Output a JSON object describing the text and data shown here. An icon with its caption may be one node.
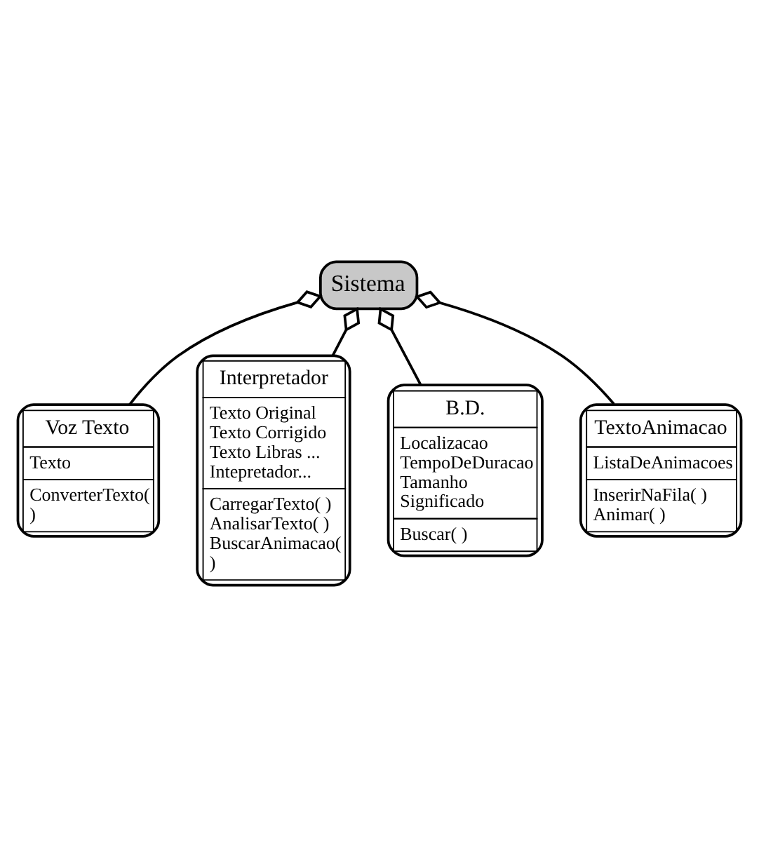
{
  "diagram": {
    "nodes": [
      {
        "text": [
          "Sistema"
        ]
      },
      {
        "text": [
          "Voz Texto",
          "Texto",
          "ConverterTexto( )"
        ]
      },
      {
        "text": [
          "Interpretador",
          "Texto Original Texto Corrigido Texto Libras ...Intepretador...",
          "CarregarTexto( ) AnalisarTexto( ) BuscarAnimacao( )"
        ]
      },
      {
        "text": [
          "B.D.",
          "Localizacao TempoDeDuracao Tamanho Significado",
          "Buscar( )"
        ]
      },
      {
        "text": [
          "TextoAnimacao",
          "ListaDeAnimacoes",
          "InserirNaFila( ) Animar( )"
        ]
      }
    ],
    "edges": [
      {
        "from": 0,
        "to": 1,
        "arrow": "other"
      },
      {
        "from": 0,
        "to": 3,
        "arrow": "other"
      },
      {
        "from": 0,
        "to": 4,
        "arrow": "other"
      },
      {
        "from": 0,
        "to": 2,
        "arrow": "other"
      }
    ]
  }
}
